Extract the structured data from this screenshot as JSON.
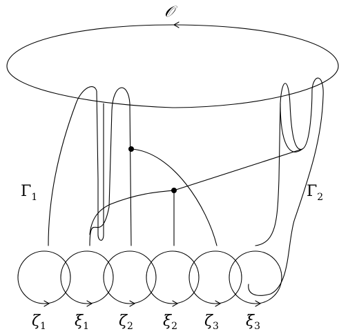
{
  "diagram": {
    "top_circle_label": "𝒪",
    "gamma_labels": [
      {
        "base": "Γ",
        "sub": "1"
      },
      {
        "base": "Γ",
        "sub": "2"
      }
    ],
    "bottom_labels": [
      {
        "base": "ζ",
        "sub": "1"
      },
      {
        "base": "ξ",
        "sub": "1"
      },
      {
        "base": "ζ",
        "sub": "2"
      },
      {
        "base": "ξ",
        "sub": "2"
      },
      {
        "base": "ζ",
        "sub": "3"
      },
      {
        "base": "ξ",
        "sub": "3"
      }
    ]
  }
}
